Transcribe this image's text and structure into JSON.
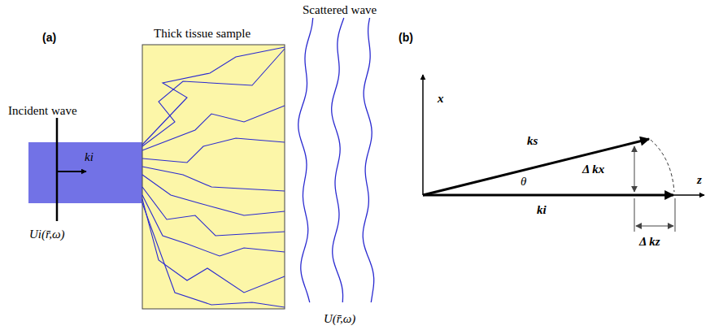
{
  "diagram": {
    "nodes": [
      {
        "text": [
          "Thick tissue sample"
        ]
      }
    ],
    "labels": [
      "(a)",
      "Incident wave",
      "ki",
      "Ui(r̄,ω)",
      "Scattered wave",
      "U(r̄,ω)",
      "(b)",
      "x",
      "ks",
      "θ",
      "Δ kx",
      "ki",
      "Δ kz",
      "z"
    ]
  }
}
